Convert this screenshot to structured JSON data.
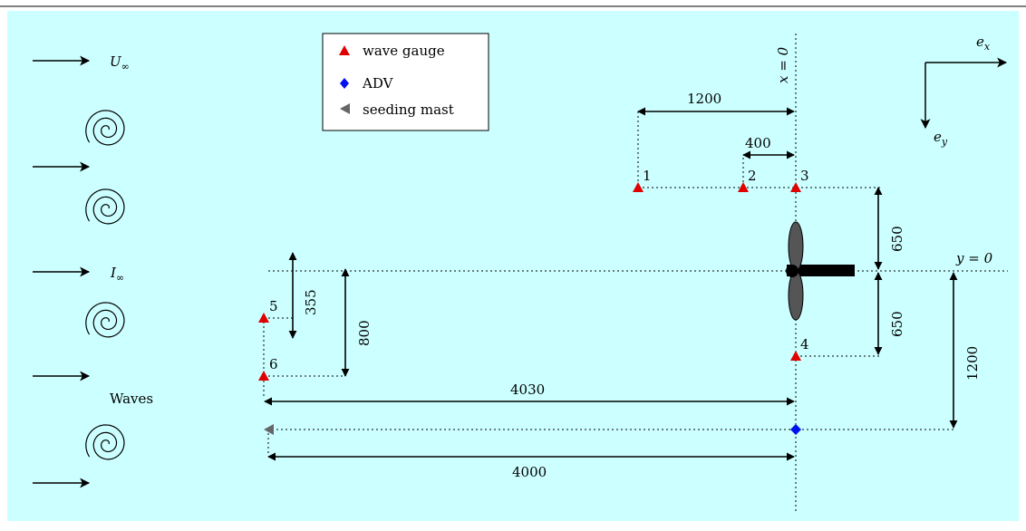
{
  "colors": {
    "background": "#ccffff",
    "gauge": "#e00000",
    "adv": "#0010ee",
    "mast": "#666666",
    "blade": "#555555"
  },
  "legend": {
    "items": [
      {
        "symbol": "red-triangle-up",
        "label": "wave gauge"
      },
      {
        "symbol": "blue-diamond",
        "label": "ADV"
      },
      {
        "symbol": "grey-triangle-left",
        "label": "seeding mast"
      }
    ]
  },
  "inflow": {
    "velocity_label": "U",
    "velocity_sub": "∞",
    "turbulence_label": "I",
    "turbulence_sub": "∞",
    "waves_label": "Waves"
  },
  "axes": {
    "x_label": "e",
    "x_sub": "x",
    "y_label": "e",
    "y_sub": "y",
    "x_zero_line": "x = 0",
    "y_zero_line": "y = 0"
  },
  "gauges": [
    {
      "id": "1"
    },
    {
      "id": "2"
    },
    {
      "id": "3"
    },
    {
      "id": "4"
    },
    {
      "id": "5"
    },
    {
      "id": "6"
    }
  ],
  "dimensions": {
    "d_1200_top": "1200",
    "d_400": "400",
    "d_650_upper": "650",
    "d_650_lower": "650",
    "d_1200_right": "1200",
    "d_355": "355",
    "d_800": "800",
    "d_4030": "4030",
    "d_4000": "4000"
  }
}
